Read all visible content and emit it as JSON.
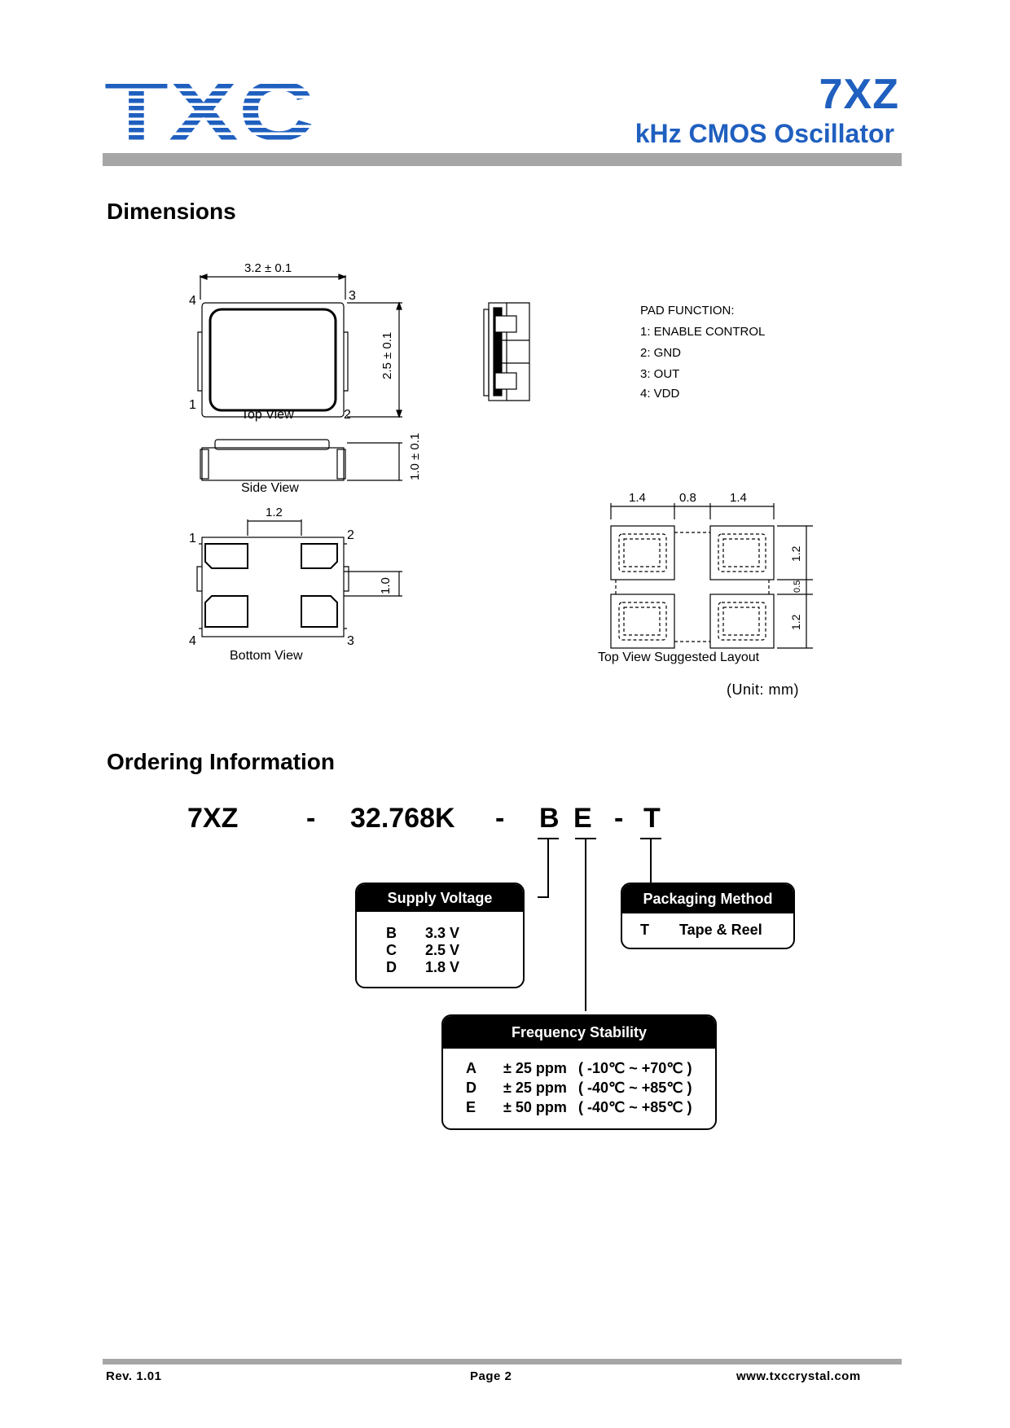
{
  "header": {
    "logo_text": "TXC",
    "product": "7XZ",
    "subtitle": "kHz CMOS Oscillator",
    "brand_color": "#1f5fbf"
  },
  "dimensions": {
    "heading": "Dimensions",
    "labels": {
      "width_dim": "3.2 ± 0.1",
      "height_dim": "2.5 ± 0.1",
      "thickness_dim": "1.0 ± 0.1",
      "top_view": "Top View",
      "side_view": "Side View",
      "bottom_view": "Bottom View",
      "pad_spacing": "1.2",
      "pad_height": "1.0",
      "pins": [
        "1",
        "2",
        "3",
        "4"
      ],
      "layout_title": "Top View Suggested Layout",
      "layout_w1": "1.4",
      "layout_gap": "0.8",
      "layout_w2": "1.4",
      "layout_h1": "1.2",
      "layout_hgap": "0.5",
      "layout_h2": "1.2"
    },
    "pad_function": {
      "title": "PAD FUNCTION:",
      "items": [
        "1: ENABLE CONTROL",
        "2: GND",
        "3: OUT",
        "4: VDD"
      ]
    },
    "unit": "(Unit: mm)"
  },
  "ordering": {
    "heading": "Ordering Information",
    "code": {
      "series": "7XZ",
      "dash1": "-",
      "frequency": "32.768K",
      "dash2": "-",
      "voltage": "B",
      "stability": "E",
      "dash3": "-",
      "packaging": "T"
    },
    "supply_voltage": {
      "title": "Supply Voltage",
      "rows": [
        {
          "code": "B",
          "value": "3.3 V"
        },
        {
          "code": "C",
          "value": "2.5 V"
        },
        {
          "code": "D",
          "value": "1.8 V"
        }
      ]
    },
    "packaging_method": {
      "title": "Packaging Method",
      "rows": [
        {
          "code": "T",
          "value": "Tape & Reel"
        }
      ]
    },
    "frequency_stability": {
      "title": "Frequency Stability",
      "rows": [
        {
          "code": "A",
          "ppm": "± 25 ppm",
          "range": "( -10℃ ~ +70℃ )"
        },
        {
          "code": "D",
          "ppm": "± 25 ppm",
          "range": "( -40℃ ~ +85℃ )"
        },
        {
          "code": "E",
          "ppm": "± 50 ppm",
          "range": "( -40℃ ~ +85℃ )"
        }
      ]
    }
  },
  "footer": {
    "rev": "Rev. 1.01",
    "page": "Page 2",
    "website": "www.txccrystal.com"
  }
}
